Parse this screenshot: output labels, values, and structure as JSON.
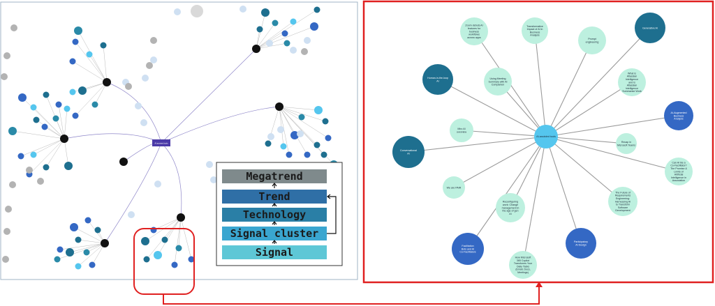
{
  "colors": {
    "dark_teal": "#1e6f8f",
    "mid_teal": "#2a8aa8",
    "royal_blue": "#3468c4",
    "sky_blue": "#55c6ee",
    "mint": "#bdf0df",
    "pale_blue": "#cfe0f2",
    "grey": "#b3b3b3",
    "black_hub": "#111111",
    "purple": "#4b3aa8",
    "red_callout": "#e02020",
    "edge": "#a0a0a0"
  },
  "overview": {
    "central_label": "AI-assisted tools"
  },
  "hierarchy": {
    "levels": [
      "Megatrend",
      "Trend",
      "Technology",
      "Signal cluster",
      "Signal"
    ]
  },
  "detail": {
    "center": "AI-assisted tools",
    "nodes": [
      {
        "id": "zoom",
        "kind": "mint",
        "lines": [
          "Zoom debuts AI",
          "features for",
          "business",
          "workflows",
          "across apps"
        ]
      },
      {
        "id": "transformative",
        "kind": "mint",
        "lines": [
          "Transformative",
          "Impact of AI in",
          "Business",
          "Analysis"
        ]
      },
      {
        "id": "prompt",
        "kind": "mint",
        "lines": [
          "Prompt",
          "engineering"
        ]
      },
      {
        "id": "genai",
        "kind": "dark",
        "lines": [
          "Generative AI"
        ]
      },
      {
        "id": "hitl",
        "kind": "dark",
        "lines": [
          "Human-in-the-loop",
          "AI"
        ]
      },
      {
        "id": "meeting",
        "kind": "mint",
        "lines": [
          "Using Meeting",
          "Summary with AI",
          "Companion"
        ]
      },
      {
        "id": "atlassian",
        "kind": "mint",
        "lines": [
          "What is",
          "Atlassian",
          "Intelligence",
          "and Is",
          "Atlassian",
          "Intelligence",
          "Summarize Work"
        ]
      },
      {
        "id": "augmented",
        "kind": "royal",
        "lines": [
          "AI-Augmented",
          "Business",
          "Analysis"
        ]
      },
      {
        "id": "miro",
        "kind": "mint",
        "lines": [
          "Miro AI",
          "overview"
        ]
      },
      {
        "id": "recap",
        "kind": "mint",
        "lines": [
          "Recap in",
          "Microsoft Teams"
        ]
      },
      {
        "id": "conversational",
        "kind": "dark",
        "lines": [
          "Conversational",
          "AI"
        ]
      },
      {
        "id": "cofacilitator",
        "kind": "mint",
        "lines": [
          "Can AI Be a",
          "Co-Facilitator?",
          "The Promise &",
          "Limits of",
          "Artificial",
          "Intelligence in",
          "Association"
        ]
      },
      {
        "id": "weare",
        "kind": "mint",
        "lines": [
          "We are PAIR"
        ]
      },
      {
        "id": "futurereq",
        "kind": "mint",
        "lines": [
          "The Future of",
          "Requirements",
          "Engineering:",
          "Harnessing AI",
          "to Transform",
          "Software",
          "Development"
        ]
      },
      {
        "id": "reconfig",
        "kind": "mint",
        "lines": [
          "Reconfiguring",
          "work: Change",
          "management in",
          "the age of gen",
          "AI"
        ]
      },
      {
        "id": "facilitation",
        "kind": "royal",
        "lines": [
          "Facilitation",
          "Bots and AI",
          "Co-Facilitators"
        ]
      },
      {
        "id": "participatory",
        "kind": "royal",
        "lines": [
          "Participatory",
          "AI Design"
        ]
      },
      {
        "id": "copilot",
        "kind": "mint",
        "lines": [
          "How Microsoft",
          "365 Copilot",
          "Transforms Your",
          "Daily Tasks",
          "(Email, Docs,",
          "Meetings)"
        ]
      }
    ]
  }
}
